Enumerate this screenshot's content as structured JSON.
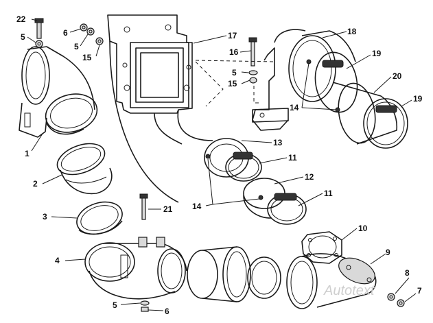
{
  "callouts": {
    "c22": "22",
    "c5a": "5",
    "c6a": "6",
    "c5b": "5",
    "c15a": "15",
    "c17": "17",
    "c16": "16",
    "c18": "18",
    "c19a": "19",
    "c5c": "5",
    "c15b": "15",
    "c20": "20",
    "c14a": "14",
    "c19b": "19",
    "c1": "1",
    "c13": "13",
    "c11a": "11",
    "c2": "2",
    "c12": "12",
    "c11b": "11",
    "c14b": "14",
    "c3": "3",
    "c21": "21",
    "c10": "10",
    "c4": "4",
    "c9": "9",
    "c8": "8",
    "c7": "7",
    "c5d": "5",
    "c6b": "6"
  },
  "watermark": "Autotext",
  "colors": {
    "line": "#1a1a1a",
    "background": "#ffffff",
    "shade": "#d9d9d9"
  }
}
